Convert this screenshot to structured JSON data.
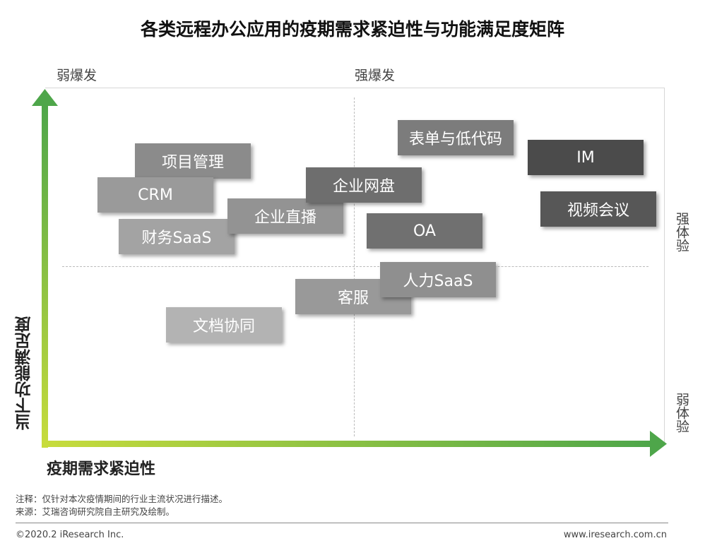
{
  "title": "各类远程办公应用的疫期需求紧迫性与功能满足度矩阵",
  "quadrant_labels": {
    "top_left": "弱爆发",
    "top_right": "强爆发",
    "right_top": "强体验",
    "right_bottom": "弱体验"
  },
  "axes": {
    "y_label": "当下功能满足度",
    "x_label": "疫期需求紧迫性"
  },
  "boxes": [
    {
      "label": "项目管理",
      "color": "#8b8b8b"
    },
    {
      "label": "CRM",
      "color": "#9a9a9a"
    },
    {
      "label": "财务SaaS",
      "color": "#a3a3a3"
    },
    {
      "label": "企业直播",
      "color": "#939393"
    },
    {
      "label": "企业网盘",
      "color": "#6e6e6e"
    },
    {
      "label": "表单与低代码",
      "color": "#7c7c7c"
    },
    {
      "label": "IM",
      "color": "#4b4b4b"
    },
    {
      "label": "视频会议",
      "color": "#575757"
    },
    {
      "label": "OA",
      "color": "#707070"
    },
    {
      "label": "客服",
      "color": "#999999"
    },
    {
      "label": "人力SaaS",
      "color": "#8f8f8f"
    },
    {
      "label": "文档协同",
      "color": "#b3b3b3"
    }
  ],
  "notes": {
    "note": "注释：仅针对本次疫情期间的行业主流状况进行描述。",
    "source": "来源：艾瑞咨询研究院自主研究及绘制。"
  },
  "footer": {
    "copyright": "©2020.2 iResearch Inc.",
    "url": "www.iresearch.com.cn"
  },
  "colors": {
    "axis_green_light": "#c8dc3c",
    "axis_green_dark": "#4ea64a"
  }
}
